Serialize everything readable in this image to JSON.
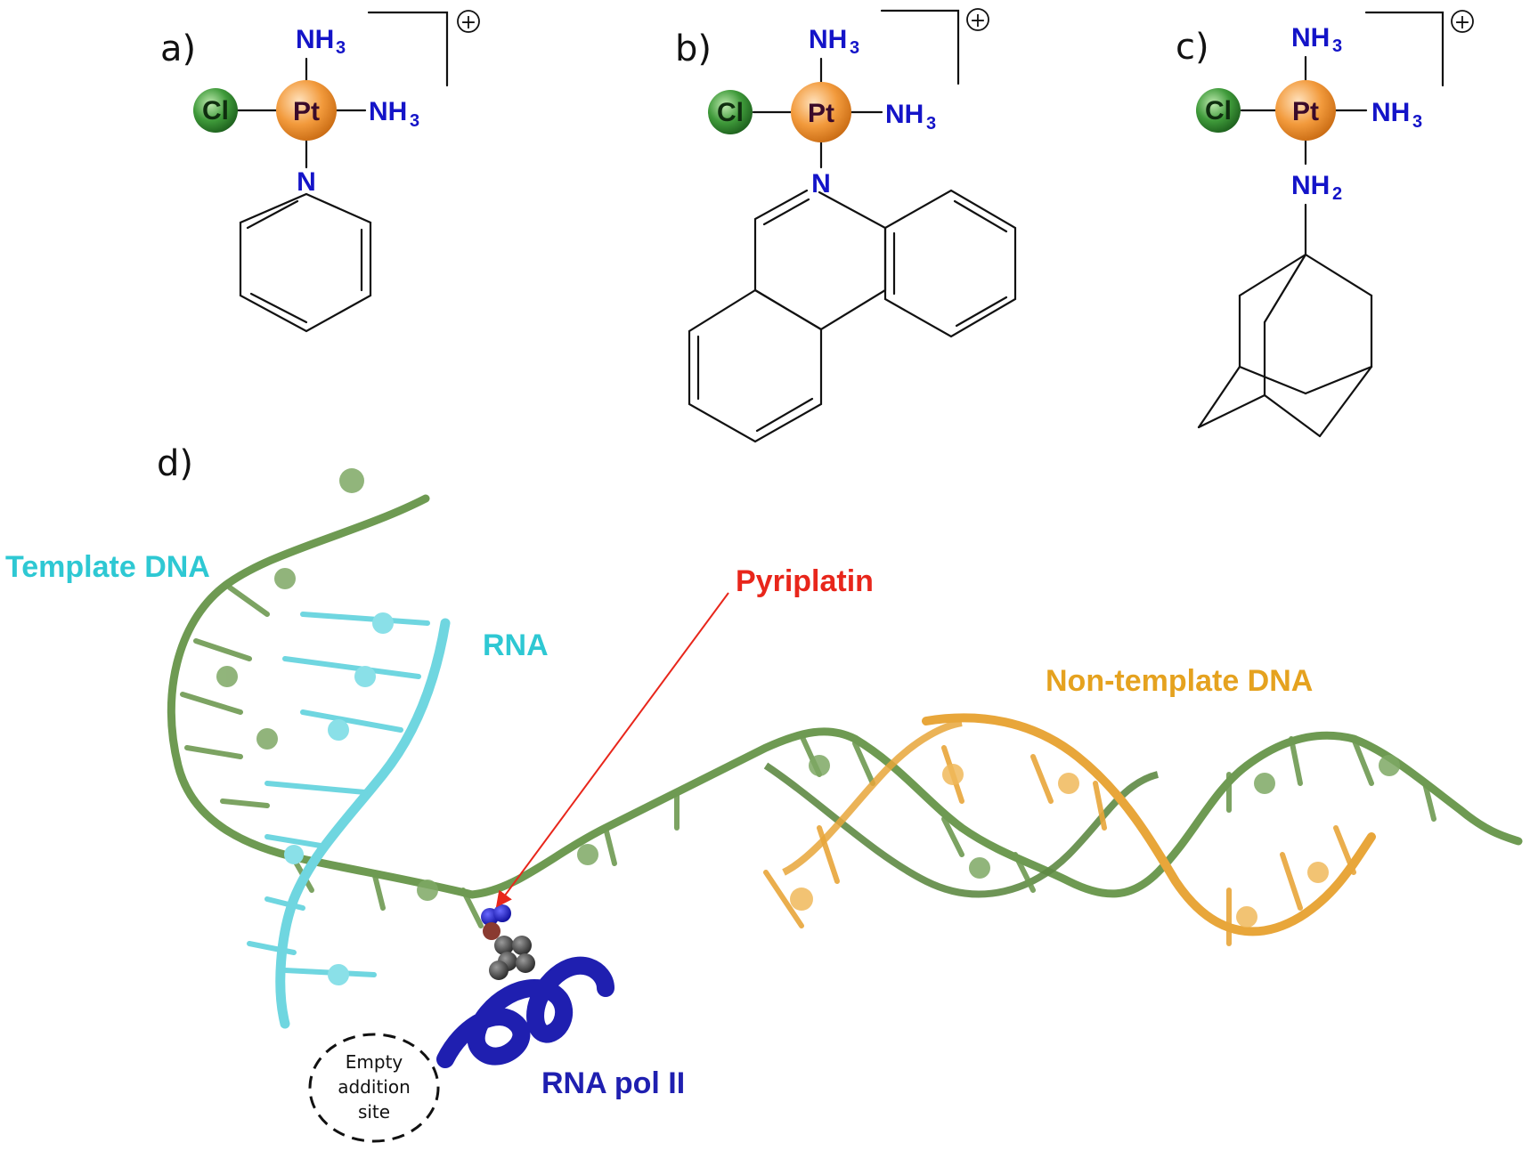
{
  "panels": {
    "a": {
      "label": "a)",
      "pt": "Pt",
      "cl": "Cl",
      "n": "N",
      "nh3_top": "NH",
      "nh3_top_sub": "3",
      "nh3_right": "NH",
      "nh3_right_sub": "3",
      "charge": "+"
    },
    "b": {
      "label": "b)",
      "pt": "Pt",
      "cl": "Cl",
      "n": "N",
      "nh3_top": "NH",
      "nh3_top_sub": "3",
      "nh3_right": "NH",
      "nh3_right_sub": "3",
      "charge": "+"
    },
    "c": {
      "label": "c)",
      "pt": "Pt",
      "cl": "Cl",
      "nh2": "NH",
      "nh2_sub": "2",
      "nh3_top": "NH",
      "nh3_top_sub": "3",
      "nh3_right": "NH",
      "nh3_right_sub": "3",
      "charge": "+"
    },
    "d": {
      "label": "d)",
      "labels": {
        "template_dna": "Template DNA",
        "rna": "RNA",
        "pyriplatin": "Pyriplatin",
        "non_template_dna": "Non-template DNA",
        "rna_pol": "RNA pol II",
        "empty_site_1": "Empty",
        "empty_site_2": "addition",
        "empty_site_3": "site"
      }
    }
  },
  "colors": {
    "template_dna": "#2ec8d3",
    "rna": "#2ec8d3",
    "pyriplatin": "#e8261b",
    "non_template_dna": "#e5a21f",
    "rna_pol": "#1f1fb0",
    "nitrogen": "#1414c8",
    "dna_green": "#6e9a52",
    "strand_orange": "#e8a63a",
    "strand_cyan": "#6fd6e0",
    "pt_atom": "#f29a3c",
    "cl_atom": "#2e8b2e"
  },
  "icons": [
    "platinum-atom-icon",
    "chlorine-atom-icon",
    "charge-plus-icon"
  ]
}
